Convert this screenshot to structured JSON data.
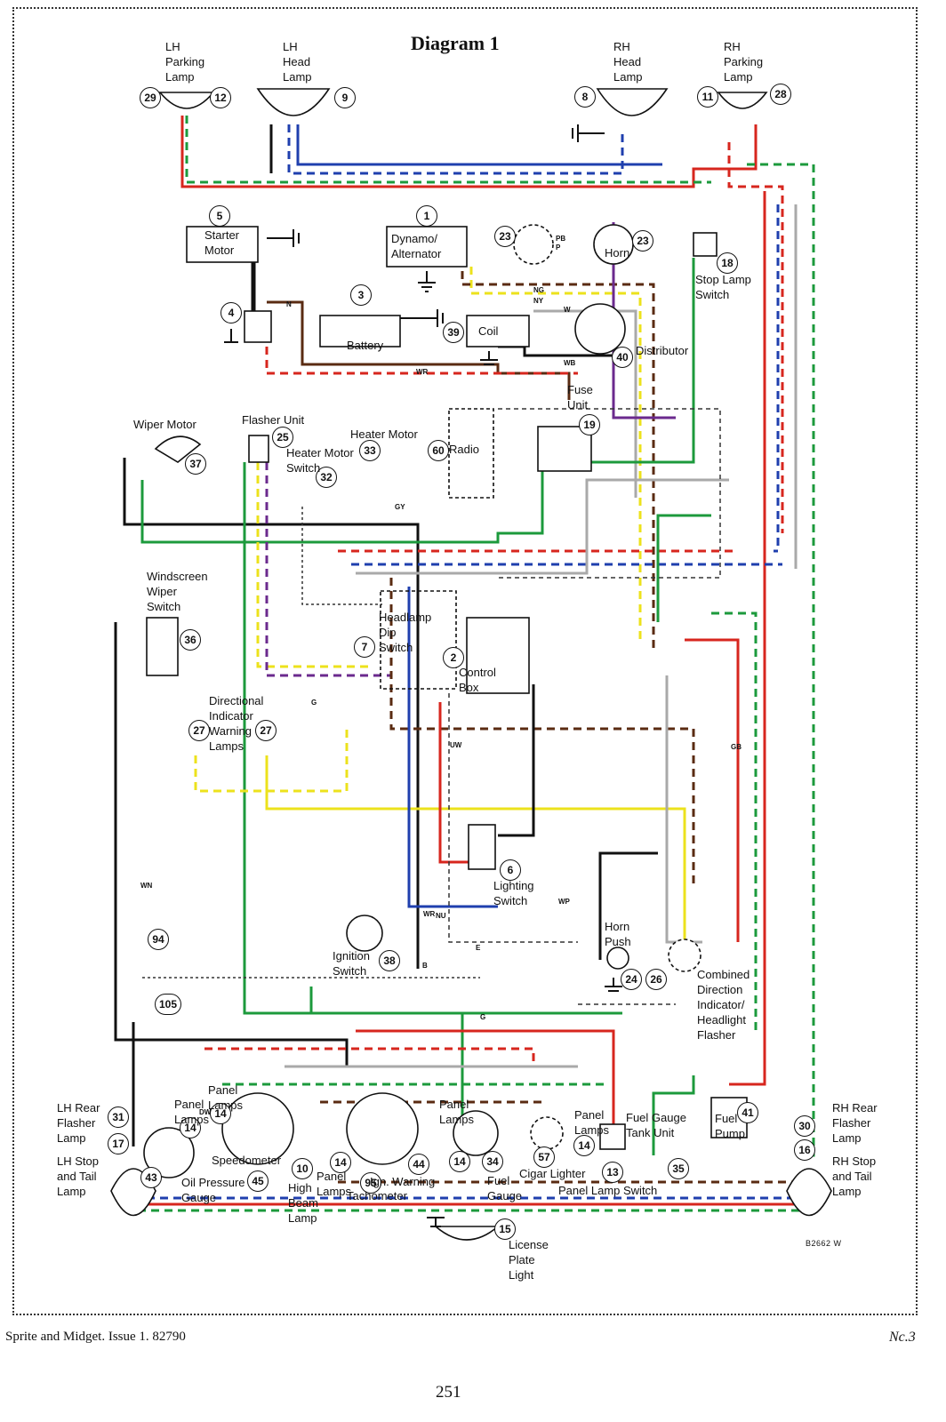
{
  "title": "Diagram 1",
  "footer": {
    "left": "Sprite and Midget.   Issue 1.   82790",
    "right": "Nc.3",
    "page": "251",
    "drawing_code": "B2662 W"
  },
  "colors": {
    "red": "#d7261e",
    "green": "#1c9a3c",
    "blue": "#1f3fae",
    "yellow": "#ece21c",
    "brown": "#5a2b12",
    "black": "#111111",
    "purple": "#6b2a8e",
    "grey": "#a9a9a9",
    "white_wire": "#d8d8d8"
  },
  "components": [
    {
      "key": "c29",
      "number": "29",
      "label": ""
    },
    {
      "key": "c12",
      "number": "12",
      "label": ""
    },
    {
      "key": "c9",
      "number": "9",
      "label": ""
    },
    {
      "key": "c8",
      "number": "8",
      "label": ""
    },
    {
      "key": "c11",
      "number": "11",
      "label": ""
    },
    {
      "key": "c28",
      "number": "28",
      "label": ""
    },
    {
      "key": "c5",
      "number": "5",
      "label": "Starter\nMotor"
    },
    {
      "key": "c1",
      "number": "1",
      "label": "Dynamo/\nAlternator"
    },
    {
      "key": "c23a",
      "number": "23",
      "label": ""
    },
    {
      "key": "c23b",
      "number": "23",
      "label": "Horn"
    },
    {
      "key": "c18",
      "number": "18",
      "label": "Stop Lamp\nSwitch"
    },
    {
      "key": "c3",
      "number": "3",
      "label": "Battery"
    },
    {
      "key": "c4",
      "number": "4",
      "label": ""
    },
    {
      "key": "c39",
      "number": "39",
      "label": "Coil"
    },
    {
      "key": "c40",
      "number": "40",
      "label": "Distributor"
    },
    {
      "key": "c19",
      "number": "19",
      "label": "Fuse\nUnit"
    },
    {
      "key": "c37",
      "number": "37",
      "label": "Wiper Motor"
    },
    {
      "key": "c25",
      "number": "25",
      "label": "Flasher Unit"
    },
    {
      "key": "c33",
      "number": "33",
      "label": "Heater Motor"
    },
    {
      "key": "c32",
      "number": "32",
      "label": "Heater Motor\nSwitch"
    },
    {
      "key": "c60",
      "number": "60",
      "label": "Radio"
    },
    {
      "key": "c36",
      "number": "36",
      "label": "Windscreen\nWiper\nSwitch"
    },
    {
      "key": "c7",
      "number": "7",
      "label": "Headlamp\nDip\nSwitch"
    },
    {
      "key": "c2",
      "number": "2",
      "label": "Control\nBox"
    },
    {
      "key": "c27a",
      "number": "27",
      "label": "Directional\nIndicator\nWarning\nLamps"
    },
    {
      "key": "c27b",
      "number": "27",
      "label": ""
    },
    {
      "key": "c6",
      "number": "6",
      "label": "Lighting\nSwitch"
    },
    {
      "key": "c94",
      "number": "94",
      "label": ""
    },
    {
      "key": "c105",
      "number": "105",
      "label": ""
    },
    {
      "key": "c38",
      "number": "38",
      "label": "Ignition\nSwitch"
    },
    {
      "key": "c24",
      "number": "24",
      "label": "Horn\nPush"
    },
    {
      "key": "c26",
      "number": "26",
      "label": "Combined\nDirection\nIndicator/\nHeadlight\nFlasher"
    },
    {
      "key": "c31",
      "number": "31",
      "label": "LH Rear\nFlasher\nLamp"
    },
    {
      "key": "c17",
      "number": "17",
      "label": "LH Stop\nand Tail\nLamp"
    },
    {
      "key": "c43",
      "number": "43",
      "label": "Oil Pressure\nGauge"
    },
    {
      "key": "c14a",
      "number": "14",
      "label": "Panel\nLamps"
    },
    {
      "key": "c14b",
      "number": "14",
      "label": "Panel\nLamps"
    },
    {
      "key": "c45",
      "number": "45",
      "label": "Speedometer"
    },
    {
      "key": "c10",
      "number": "10",
      "label": "High\nBeam\nLamp"
    },
    {
      "key": "c14c",
      "number": "14",
      "label": "Panel\nLamps"
    },
    {
      "key": "c95",
      "number": "95",
      "label": "Tachometer"
    },
    {
      "key": "c44",
      "number": "44",
      "label": "Ign. Warning"
    },
    {
      "key": "c14d",
      "number": "14",
      "label": "Panel\nLamps"
    },
    {
      "key": "c34",
      "number": "34",
      "label": "Fuel\nGauge"
    },
    {
      "key": "c57",
      "number": "57",
      "label": "Cigar Lighter"
    },
    {
      "key": "c14e",
      "number": "14",
      "label": "Panel\nLamps"
    },
    {
      "key": "c13",
      "number": "13",
      "label": "Panel Lamp Switch"
    },
    {
      "key": "c35",
      "number": "35",
      "label": "Fuel Gauge\nTank Unit"
    },
    {
      "key": "c41",
      "number": "41",
      "label": "Fuel\nPump"
    },
    {
      "key": "c30",
      "number": "30",
      "label": "RH Rear\nFlasher\nLamp"
    },
    {
      "key": "c16",
      "number": "16",
      "label": "RH Stop\nand Tail\nLamp"
    },
    {
      "key": "c15",
      "number": "15",
      "label": "License\nPlate\nLight"
    }
  ],
  "lamp_titles": {
    "lh_parking": "LH\nParking\nLamp",
    "lh_head": "LH\nHead\nLamp",
    "rh_head": "RH\nHead\nLamp",
    "rh_parking": "RH\nParking\nLamp"
  },
  "wire_codes": [
    "N",
    "WR",
    "NG",
    "NY",
    "PB",
    "P",
    "W",
    "WB",
    "GY",
    "G",
    "UW",
    "WN",
    "B",
    "NU",
    "WP",
    "WR",
    "GB",
    "DW",
    "E",
    "G"
  ]
}
